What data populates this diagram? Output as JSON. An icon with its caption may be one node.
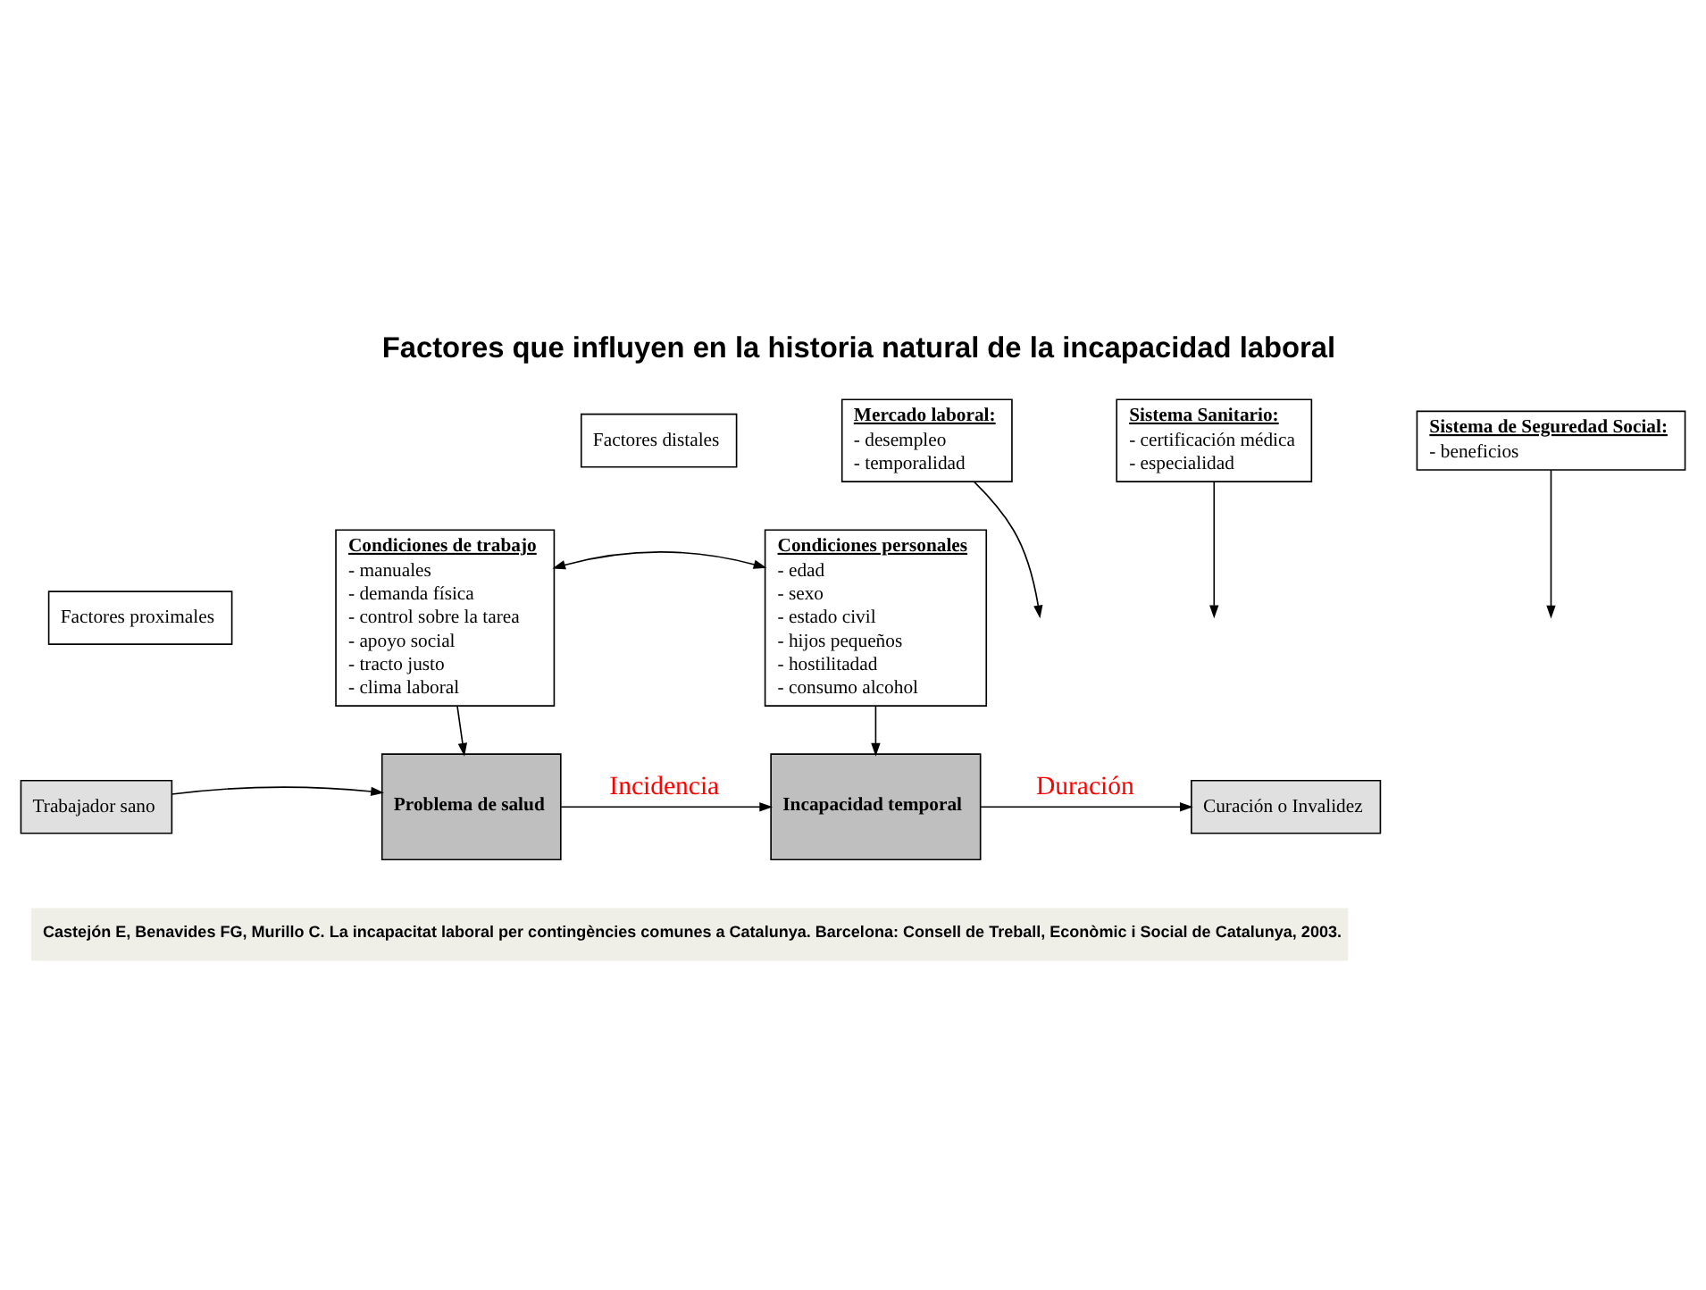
{
  "diagram": {
    "title": "Factores que influyen en la historia natural de la incapacidad laboral",
    "caption": "Castejón E, Benavides FG, Murillo C. La incapacitat laboral per contingències comunes a Catalunya. Barcelona: Consell de Treball, Econòmic i Social de Catalunya, 2003.",
    "nodes": [
      {
        "text": [
          "Factores distales"
        ]
      },
      {
        "text": [
          "Mercado laboral:",
          "- desempleo",
          "- temporalidad"
        ]
      },
      {
        "text": [
          "Sistema Sanitario:",
          "- certificación médica",
          "- especialidad"
        ]
      },
      {
        "text": [
          "Sistema de Seguredad Social:",
          "- beneficios"
        ]
      },
      {
        "text": [
          "Factores proximales"
        ]
      },
      {
        "text": [
          "Condiciones de trabajo",
          "- manuales",
          "- demanda física",
          "- control sobre la tarea",
          "- apoyo social",
          "- tracto justo",
          "- clima laboral"
        ]
      },
      {
        "text": [
          "Condiciones personales",
          "- edad",
          "- sexo",
          "- estado civil",
          "- hijos pequeños",
          "- hostilitadad",
          "- consumo alcohol"
        ]
      },
      {
        "text": [
          "Trabajador sano"
        ]
      },
      {
        "text": [
          "Problema de salud"
        ]
      },
      {
        "text": [
          "Incapacidad temporal"
        ]
      },
      {
        "text": [
          "Curación o Invalidez"
        ]
      }
    ],
    "edges": [
      {
        "from": 1,
        "to": null,
        "arrow": "to"
      },
      {
        "from": 2,
        "to": null,
        "arrow": "to"
      },
      {
        "from": 3,
        "to": null,
        "arrow": "to"
      },
      {
        "from": 5,
        "to": 6,
        "arrow": "both"
      },
      {
        "from": 5,
        "to": 8,
        "arrow": "to"
      },
      {
        "from": 6,
        "to": 9,
        "arrow": "to"
      },
      {
        "from": 7,
        "to": 8,
        "arrow": "to"
      },
      {
        "from": 8,
        "to": 9,
        "arrow": "to",
        "label": "Incidencia"
      },
      {
        "from": 9,
        "to": 10,
        "arrow": "to",
        "label": "Duración"
      }
    ]
  }
}
